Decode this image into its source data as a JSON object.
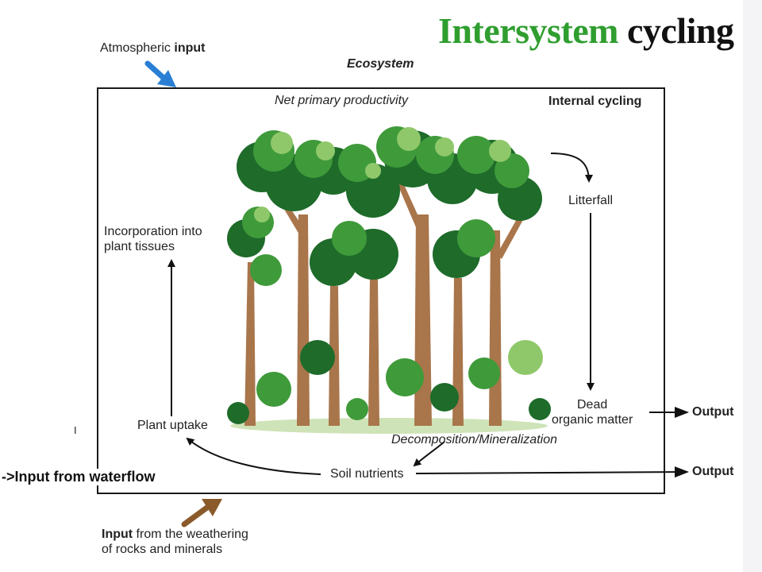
{
  "title": {
    "part1": "Intersystem",
    "part2": "cycling"
  },
  "labels": {
    "atmospheric": "Atmospheric",
    "atmospheric_bold": "input",
    "ecosystem": "Ecosystem",
    "npp": "Net primary productivity",
    "internal_cycling": "Internal cycling",
    "litterfall": "Litterfall",
    "incorporation_line1": "Incorporation into",
    "incorporation_line2": "plant tissues",
    "dead_line1": "Dead",
    "dead_line2": "organic matter",
    "output1": "Output",
    "output2": "Output",
    "plant_uptake": "Plant uptake",
    "decomposition": "Decomposition/Mineralization",
    "soil_nutrients": "Soil nutrients",
    "waterflow": "->Input from waterflow",
    "weathering_bold": "Input",
    "weathering_line1": "from the weathering",
    "weathering_line2": "of rocks and minerals",
    "small_mark": "I"
  },
  "colors": {
    "title_green": "#2f9e2f",
    "arrow_blue": "#2a7fd4",
    "arrow_brown": "#8a5a2b",
    "foliage_dark": "#1e6b2a",
    "foliage_mid": "#3f9a3a",
    "foliage_light": "#8fc86a",
    "trunk": "#a9754a"
  }
}
